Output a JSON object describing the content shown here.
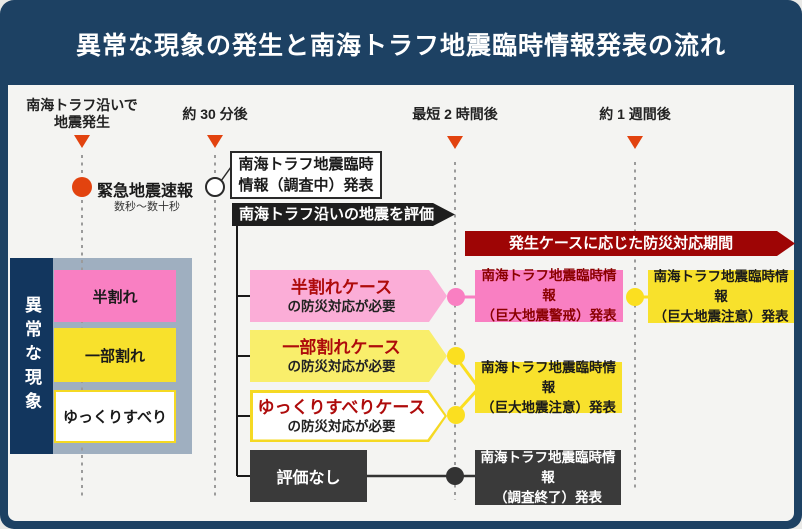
{
  "header": {
    "title": "異常な現象の発生と南海トラフ地震臨時情報発表の流れ"
  },
  "timeline": {
    "columns": [
      {
        "label": "南海トラフ沿いで\n地震発生"
      },
      {
        "label": "約 30 分後"
      },
      {
        "label": "最短 2 時間後"
      },
      {
        "label": "約 1 週間後"
      }
    ]
  },
  "eew": {
    "title": "緊急地震速報",
    "subtitle": "数秒〜数十秒"
  },
  "investigating_box": {
    "label": "南海トラフ地震臨時\n情報（調査中）発表"
  },
  "banners": {
    "evaluate": "南海トラフ沿いの地震を評価",
    "response_period": "発生ケースに応じた防災対応期間"
  },
  "phenomena": {
    "label": "異常な現象",
    "items": [
      {
        "label": "半割れ"
      },
      {
        "label": "一部割れ"
      },
      {
        "label": "ゆっくりすべり"
      }
    ]
  },
  "cases": [
    {
      "title": "半割れケース",
      "subtitle": "の防災対応が必要"
    },
    {
      "title": "一部割れケース",
      "subtitle": "の防災対応が必要"
    },
    {
      "title": "ゆっくりすべりケース",
      "subtitle": "の防災対応が必要"
    },
    {
      "title": "評価なし"
    }
  ],
  "announcements": [
    {
      "label": "南海トラフ地震臨時情報\n（巨大地震警戒）発表"
    },
    {
      "label": "南海トラフ地震臨時情報\n（巨大地震注意）発表"
    },
    {
      "label": "南海トラフ地震臨時情報\n（巨大地震注意）発表"
    },
    {
      "label": "南海トラフ地震臨時情報\n（調査終了）発表"
    }
  ],
  "colors": {
    "frame_navy": "#1d4163",
    "panel_navy": "#12365e",
    "content_bg": "#f4f4f2",
    "panel_gray": "#9fafc0",
    "pink": "#f97fc2",
    "pink_light": "#fbadd7",
    "yellow": "#f8e12c",
    "yellow_light": "#f9ee6b",
    "alert_orange": "#e2430f",
    "dark_red_banner": "#9e0505",
    "case_title_red": "#ae0b0b",
    "charcoal": "#3a3a3a"
  }
}
